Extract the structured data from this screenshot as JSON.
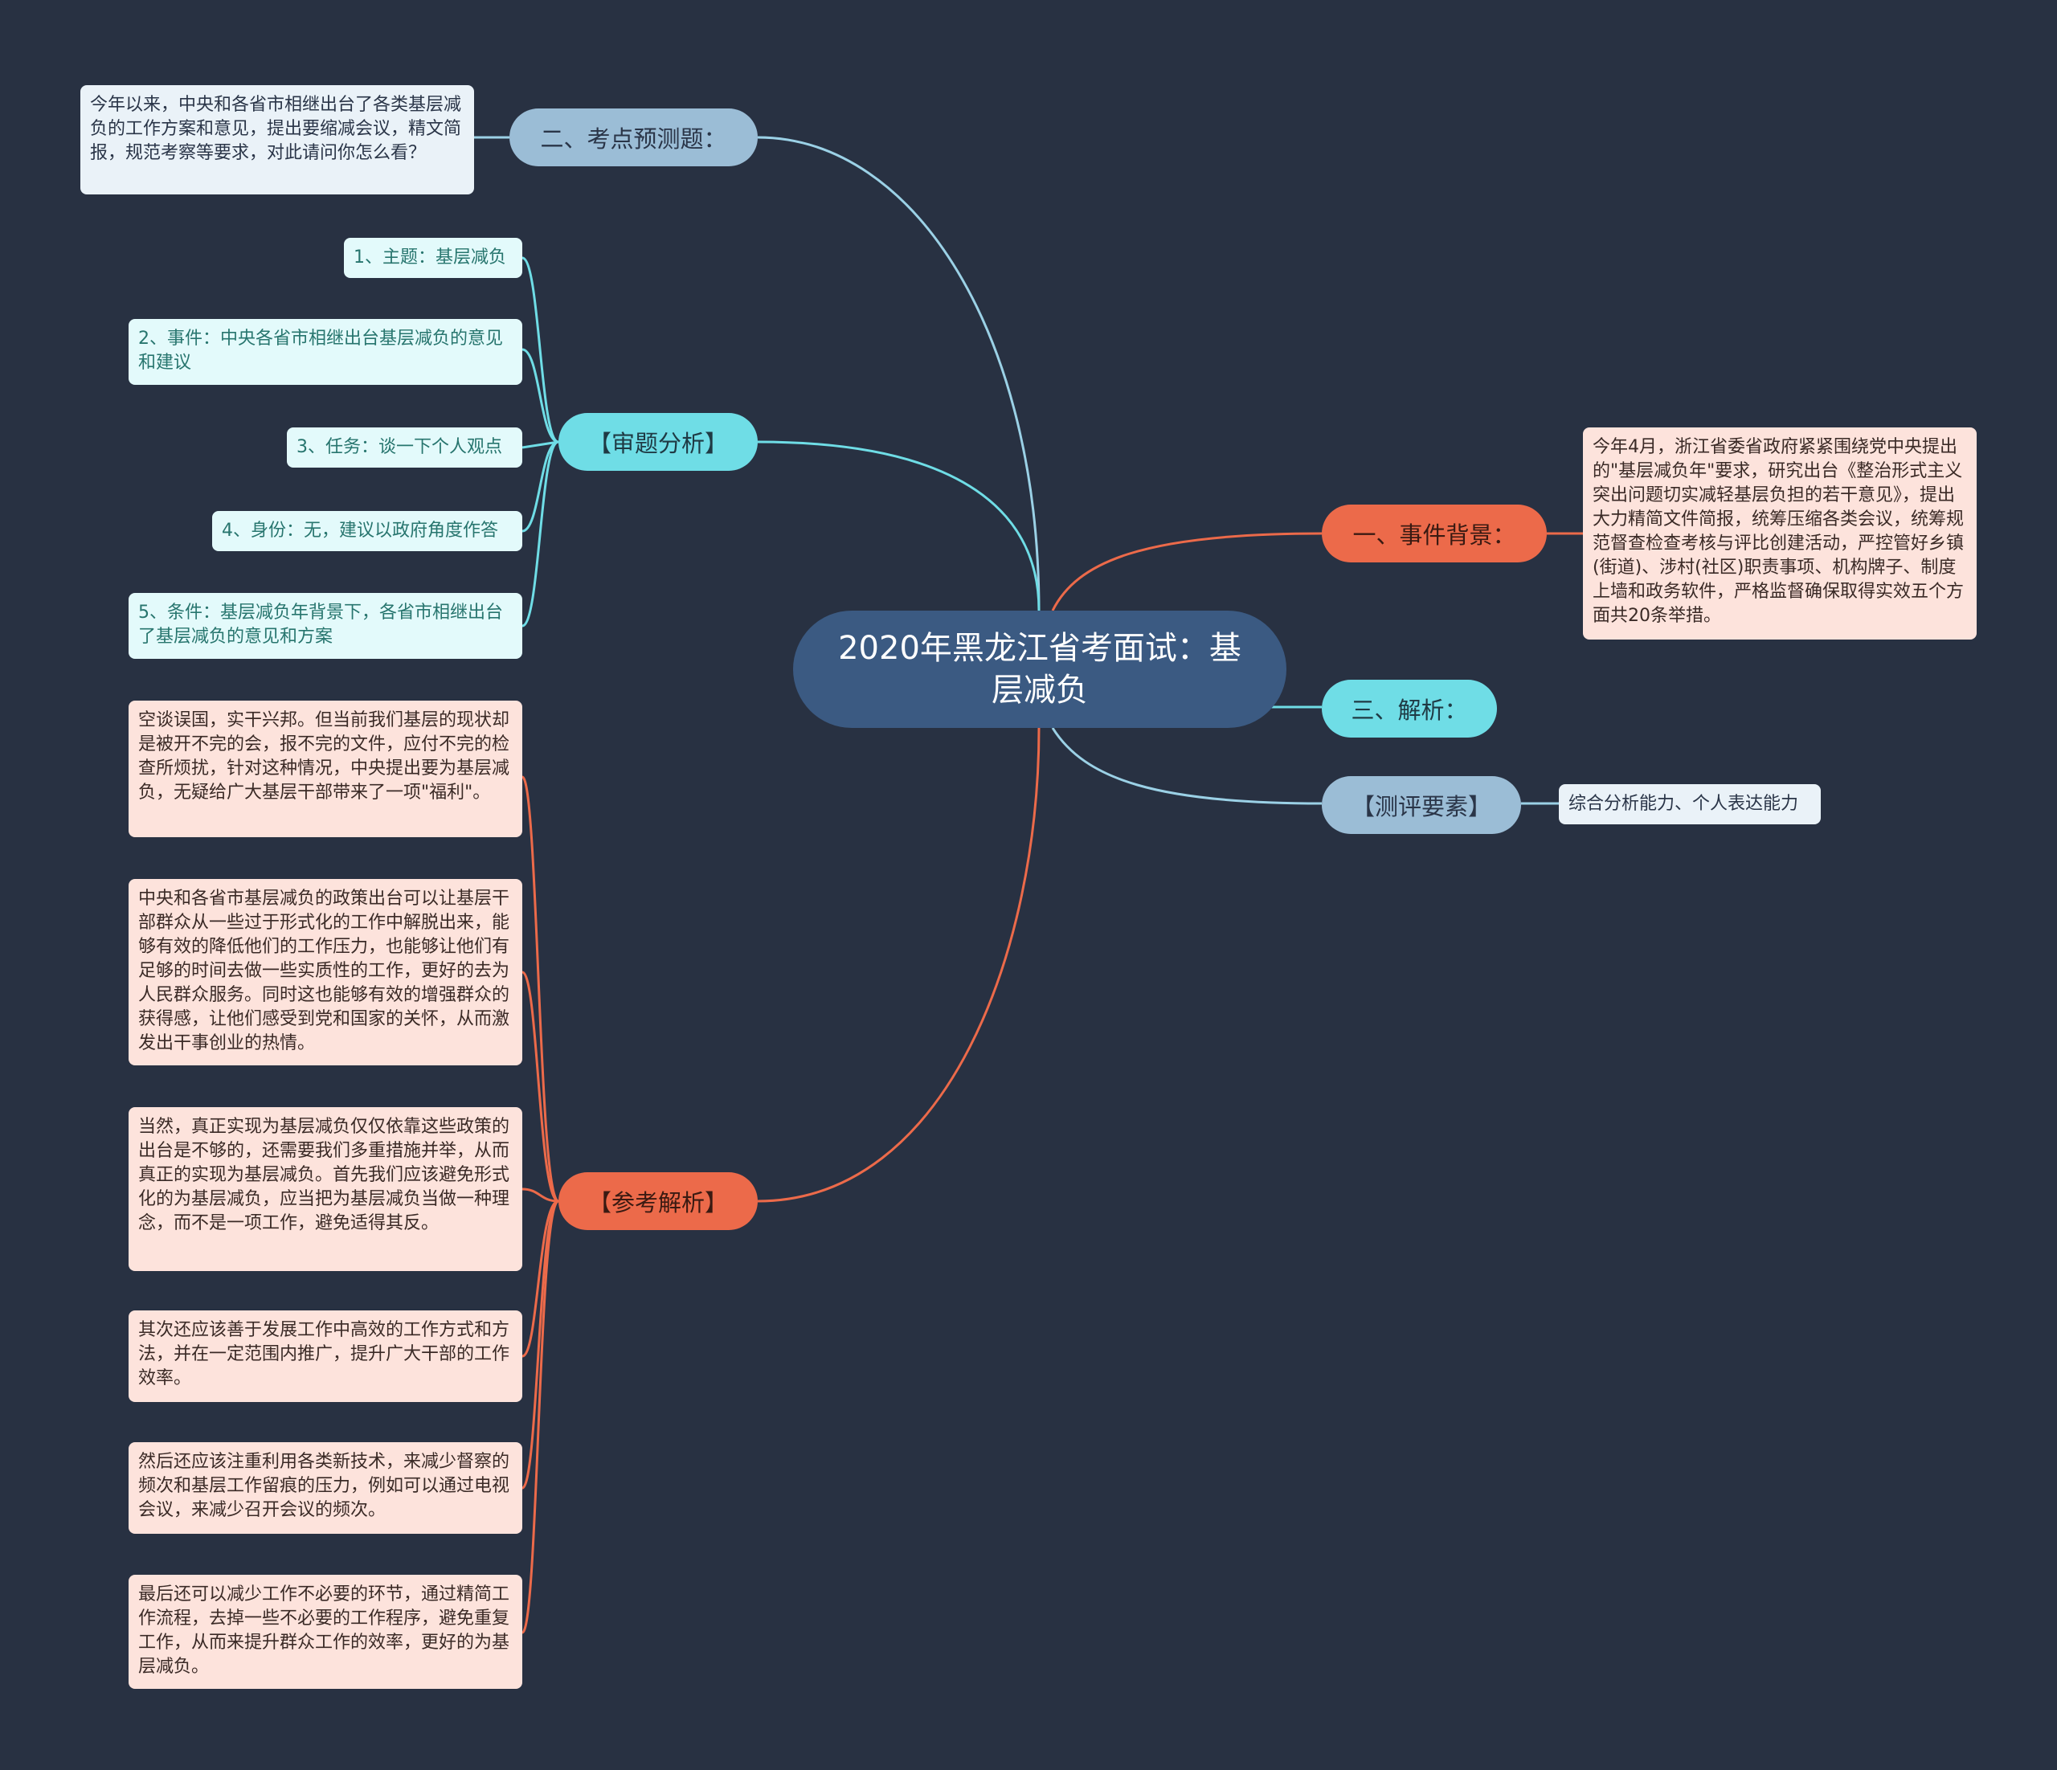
{
  "title": "2020年黑龙江省考面试：基层减负",
  "colors": {
    "background": "#283142",
    "center": "#3b5a82",
    "blue": "#9bbdd6",
    "cyan": "#6fdde6",
    "orange": "#ec6a4a"
  },
  "branches": {
    "forecast": {
      "label": "二、考点预测题：",
      "question": "今年以来，中央和各省市相继出台了各类基层减负的工作方案和意见，提出要缩减会议，精文简报，规范考察等要求，对此请问你怎么看？"
    },
    "analysis": {
      "label": "【审题分析】",
      "items": [
        "1、主题：基层减负",
        "2、事件：中央各省市相继出台基层减负的意见和建议",
        "3、任务：谈一下个人观点",
        "4、身份：无，建议以政府角度作答",
        "5、条件：基层减负年背景下，各省市相继出台了基层减负的意见和方案"
      ]
    },
    "reference": {
      "label": "【参考解析】",
      "items": [
        "空谈误国，实干兴邦。但当前我们基层的现状却是被开不完的会，报不完的文件，应付不完的检查所烦扰，针对这种情况，中央提出要为基层减负，无疑给广大基层干部带来了一项\"福利\"。",
        "中央和各省市基层减负的政策出台可以让基层干部群众从一些过于形式化的工作中解脱出来，能够有效的降低他们的工作压力，也能够让他们有足够的时间去做一些实质性的工作，更好的去为人民群众服务。同时这也能够有效的增强群众的获得感，让他们感受到党和国家的关怀，从而激发出干事创业的热情。",
        "当然，真正实现为基层减负仅仅依靠这些政策的出台是不够的，还需要我们多重措施并举，从而真正的实现为基层减负。首先我们应该避免形式化的为基层减负，应当把为基层减负当做一种理念，而不是一项工作，避免适得其反。",
        "其次还应该善于发展工作中高效的工作方式和方法，并在一定范围内推广，提升广大干部的工作效率。",
        "然后还应该注重利用各类新技术，来减少督察的频次和基层工作留痕的压力，例如可以通过电视会议，来减少召开会议的频次。",
        "最后还可以减少工作不必要的环节，通过精简工作流程，去掉一些不必要的工作程序，避免重复工作，从而来提升群众工作的效率，更好的为基层减负。"
      ]
    },
    "background": {
      "label": "一、事件背景：",
      "text": "今年4月，浙江省委省政府紧紧围绕党中央提出的\"基层减负年\"要求，研究出台《整治形式主义突出问题切实减轻基层负担的若干意见》，提出大力精简文件简报，统筹压缩各类会议，统筹规范督查检查考核与评比创建活动，严控管好乡镇(街道)、涉村(社区)职责事项、机构牌子、制度上墙和政务软件，严格监督确保取得实效五个方面共20条举措。"
    },
    "explain": {
      "label": "三、解析："
    },
    "evaluation": {
      "label": "【测评要素】",
      "text": "综合分析能力、个人表达能力"
    }
  }
}
